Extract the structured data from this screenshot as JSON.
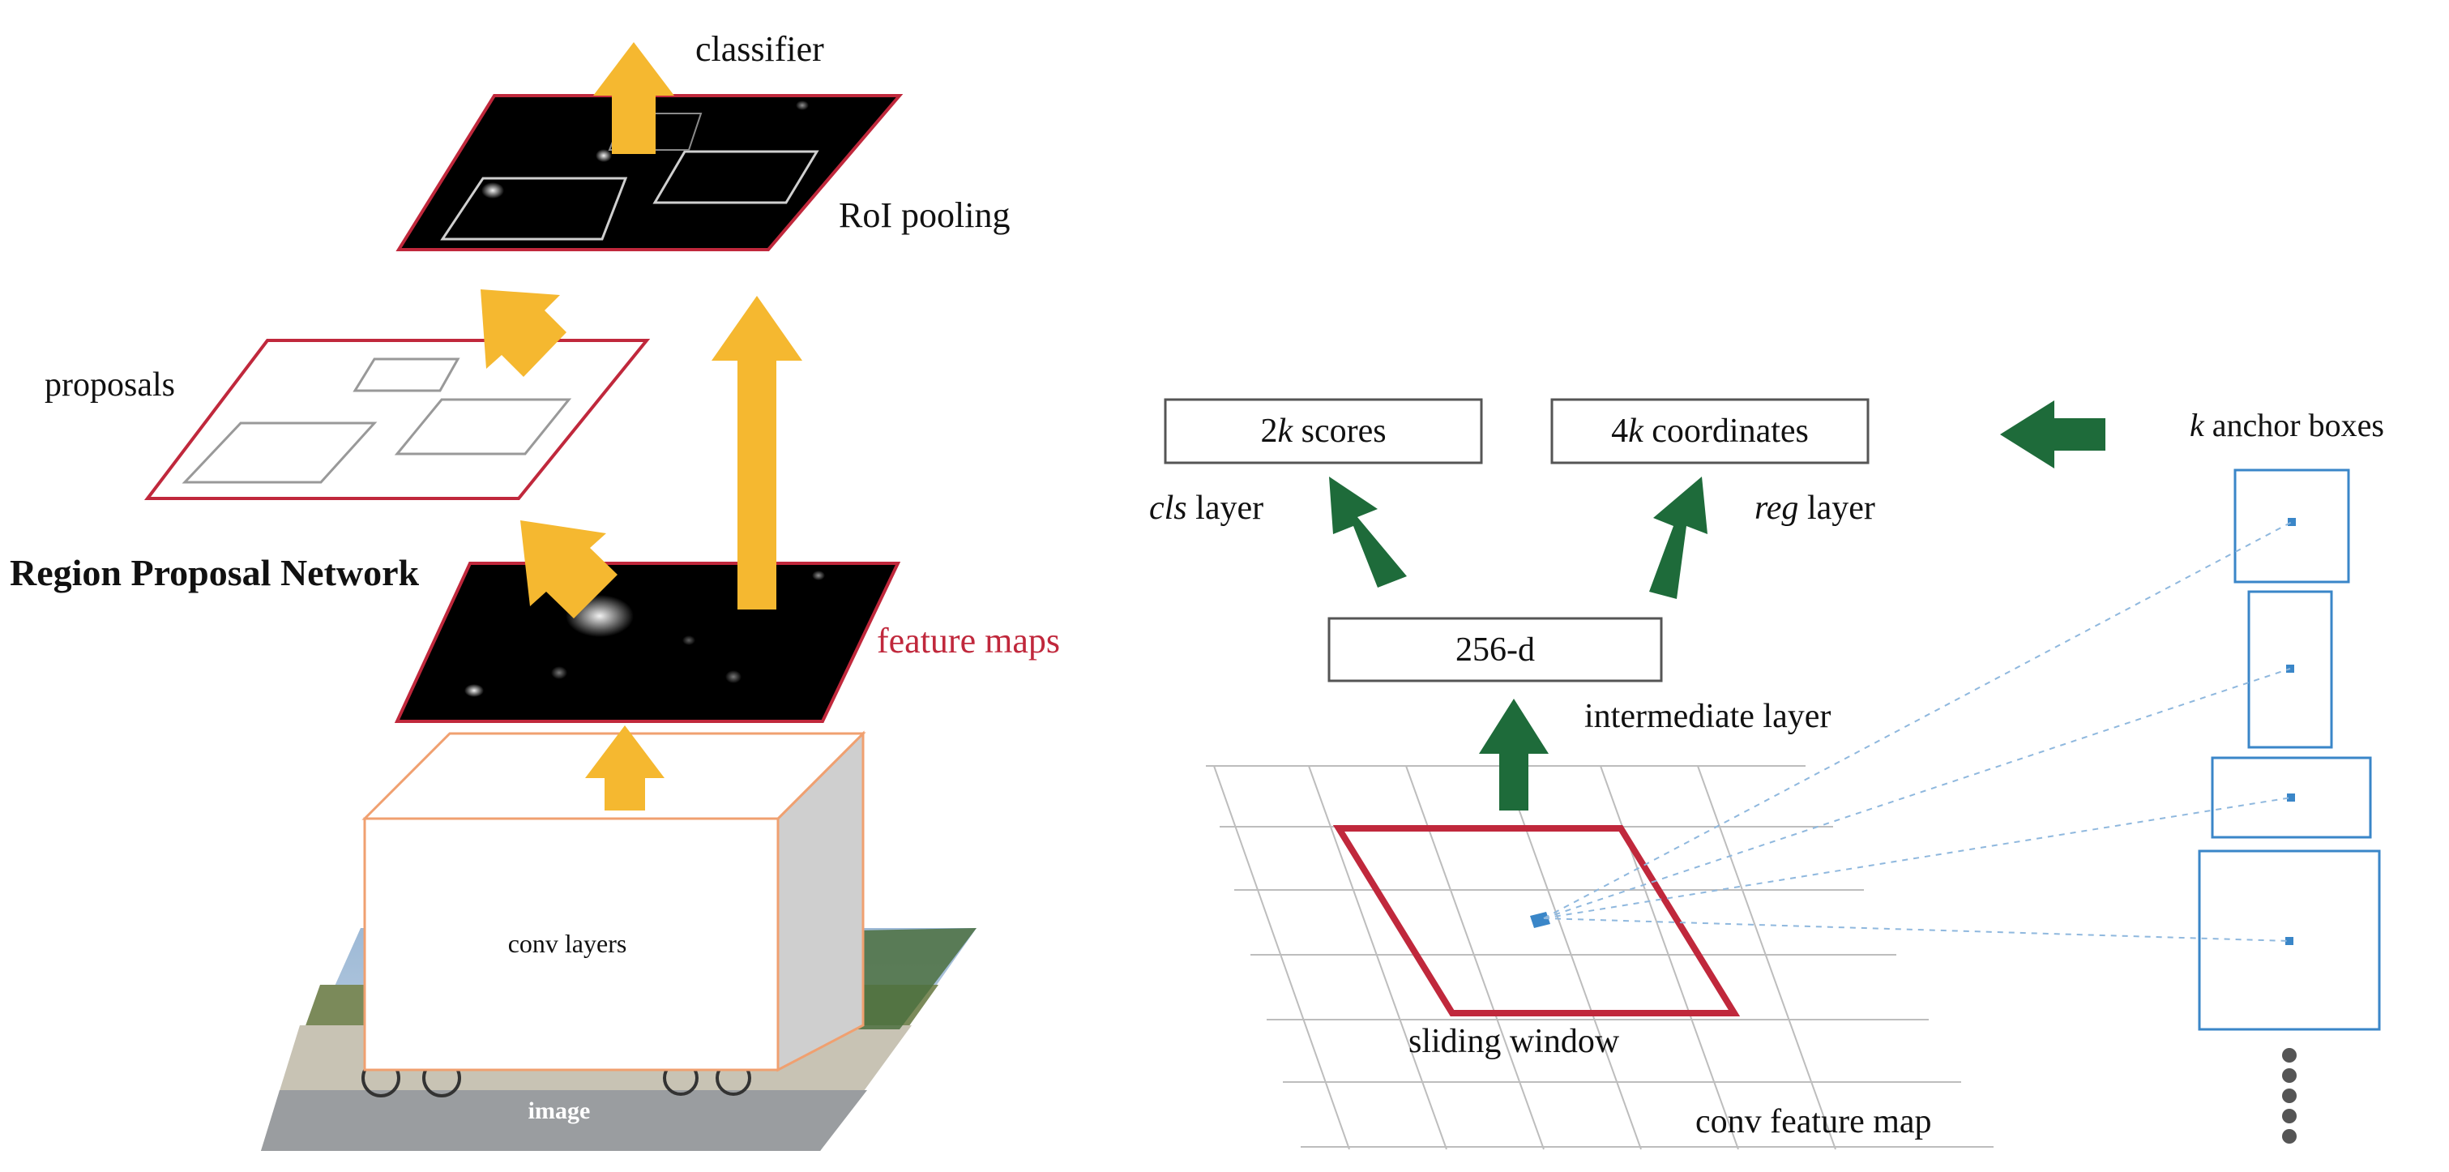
{
  "left_panel": {
    "labels": {
      "classifier": "classifier",
      "roi_pooling": "RoI pooling",
      "proposals": "proposals",
      "rpn": "Region Proposal Network",
      "feature_maps": "feature maps",
      "conv_layers": "conv layers",
      "image": "image"
    }
  },
  "right_panel": {
    "boxes": {
      "scores_num": "2",
      "scores_k": "k",
      "scores_text": " scores",
      "coords_num": "4",
      "coords_k": "k",
      "coords_text": " coordinates",
      "intermediate": "256-d"
    },
    "labels": {
      "cls_italic": "cls",
      "cls_rest": " layer",
      "reg_italic": "reg",
      "reg_rest": " layer",
      "intermediate_layer": "intermediate layer",
      "sliding_window": "sliding window",
      "conv_feature_map": "conv feature map",
      "anchor_k": "k",
      "anchor_rest": " anchor boxes"
    }
  },
  "colors": {
    "arrow_yellow": "#f5b830",
    "arrow_green": "#1e6b3a",
    "outline_red": "#c0283c",
    "feature_red": "#c0283c",
    "anchor_blue": "#3a86c8",
    "conv_orange": "#f0a070",
    "grid_gray": "#bdbdbd"
  }
}
